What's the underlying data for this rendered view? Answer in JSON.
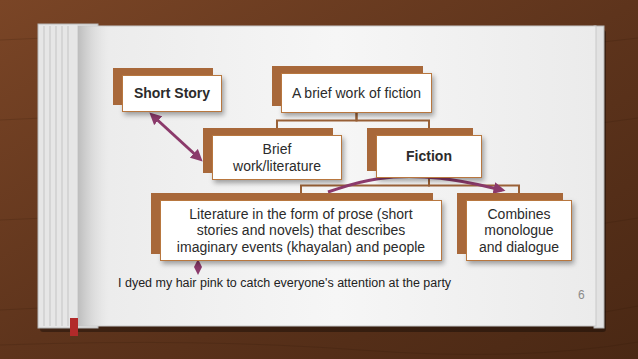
{
  "diagram": {
    "nodes": [
      {
        "text": [
          "Short Story"
        ]
      },
      {
        "text": [
          "A brief work of fiction"
        ]
      },
      {
        "text": [
          "Brief work/literature"
        ]
      },
      {
        "text": [
          "Fiction"
        ]
      },
      {
        "text": [
          "Literature in the form of prose (short stories and novels) that describes imaginary events (khayalan) and people"
        ]
      },
      {
        "text": [
          "Combines monologue and dialogue"
        ]
      }
    ],
    "edges": [
      {
        "from": 0,
        "to": 2,
        "arrow": "both"
      },
      {
        "from": 1,
        "to": 2,
        "arrow": "none"
      },
      {
        "from": 1,
        "to": 3,
        "arrow": "none"
      },
      {
        "from": 3,
        "to": 4,
        "arrow": "none"
      },
      {
        "from": 3,
        "to": 5,
        "arrow": "none"
      },
      {
        "from": 4,
        "to": 5,
        "arrow": "to"
      }
    ],
    "labels": [
      "I dyed my hair pink to catch everyone's attention at the party",
      "6"
    ]
  }
}
